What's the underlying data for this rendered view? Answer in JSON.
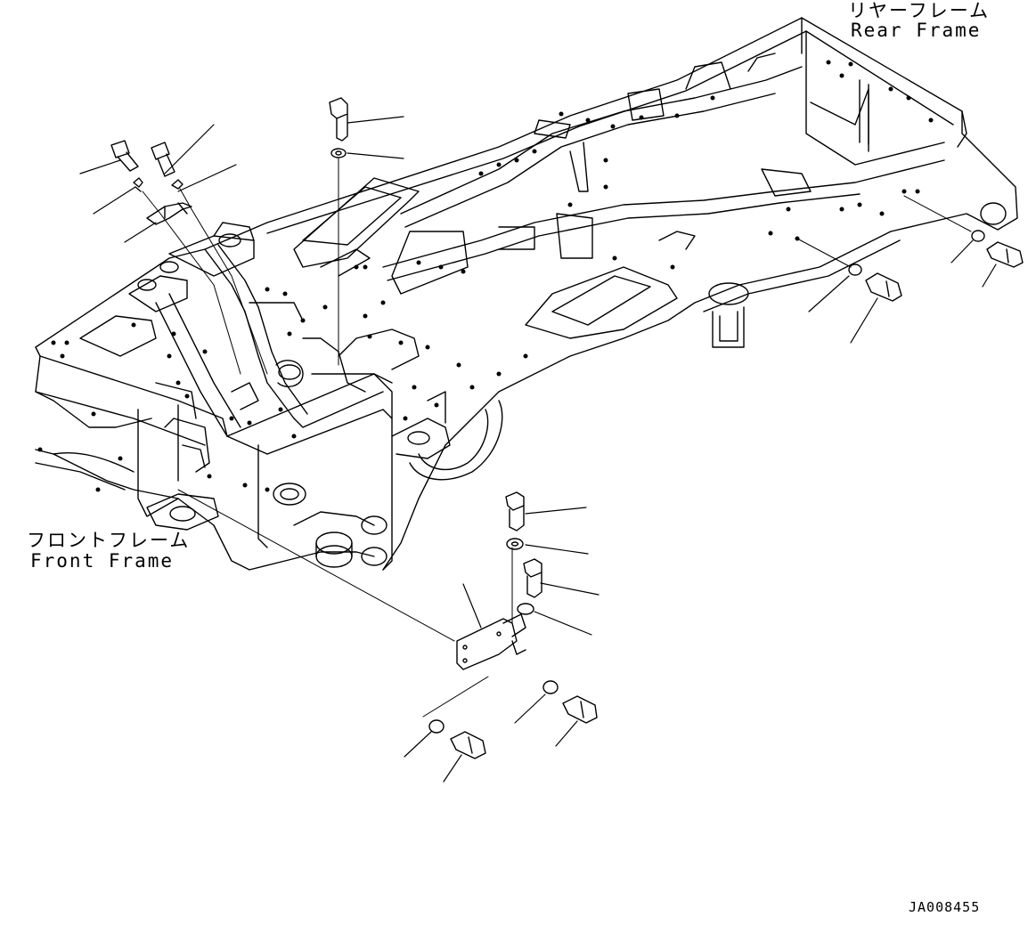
{
  "labels": {
    "rear_frame_jp": "リヤーフレーム",
    "rear_frame_en": "Rear Frame",
    "front_frame_jp": "フロントフレーム",
    "front_frame_en": "Front Frame",
    "drawing_code": "JA008455"
  },
  "colors": {
    "line": "#000000",
    "background": "#ffffff"
  }
}
